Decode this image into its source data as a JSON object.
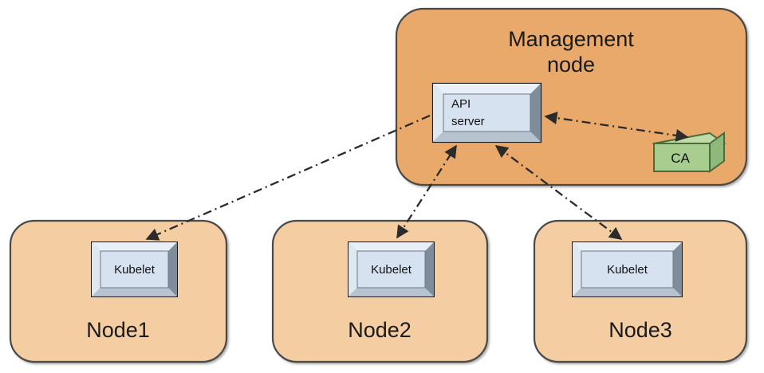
{
  "diagram": {
    "title_hidden": "Kubernetes kubelet certificate flow",
    "management_node": {
      "label_line1": "Management",
      "label_line2": "node",
      "fill": "#E8A96A",
      "stroke": "#4a4a4a",
      "api_server": {
        "label_line1": "API",
        "label_line2": "server",
        "fill": "#D6E2F0",
        "frame_light": "#E9EFF7",
        "frame_dark": "#8C99A8",
        "stroke": "#1a1a1a"
      },
      "ca": {
        "label": "CA",
        "fill": "#A8CE8F",
        "top_fill": "#BFDCA8",
        "side_fill": "#8FB97A",
        "stroke": "#4a6b3a"
      }
    },
    "nodes": [
      {
        "id": "node1",
        "label": "Node1",
        "kubelet_label": "Kubelet",
        "fill": "#F4CDA3",
        "stroke": "#4a4a4a"
      },
      {
        "id": "node2",
        "label": "Node2",
        "kubelet_label": "Kubelet",
        "fill": "#F4CDA3",
        "stroke": "#4a4a4a"
      },
      {
        "id": "node3",
        "label": "Node3",
        "kubelet_label": "Kubelet",
        "fill": "#F4CDA3",
        "stroke": "#4a4a4a"
      }
    ],
    "connections": [
      {
        "id": "api-to-node1-kubelet",
        "from": "api-server",
        "to": "node1-kubelet",
        "style": "dash-dot",
        "arrow": "to-target",
        "color": "#2b2b2b"
      },
      {
        "id": "node2-kubelet-to-api",
        "from": "node2-kubelet",
        "to": "api-server",
        "style": "dash-dot",
        "arrow": "both",
        "color": "#2b2b2b"
      },
      {
        "id": "node3-kubelet-to-api",
        "from": "node3-kubelet",
        "to": "api-server",
        "style": "dash-dot",
        "arrow": "both",
        "color": "#2b2b2b"
      },
      {
        "id": "api-to-ca",
        "from": "api-server",
        "to": "ca",
        "style": "dash-dot",
        "arrow": "both",
        "color": "#2b2b2b"
      }
    ],
    "background": "#ffffff"
  }
}
